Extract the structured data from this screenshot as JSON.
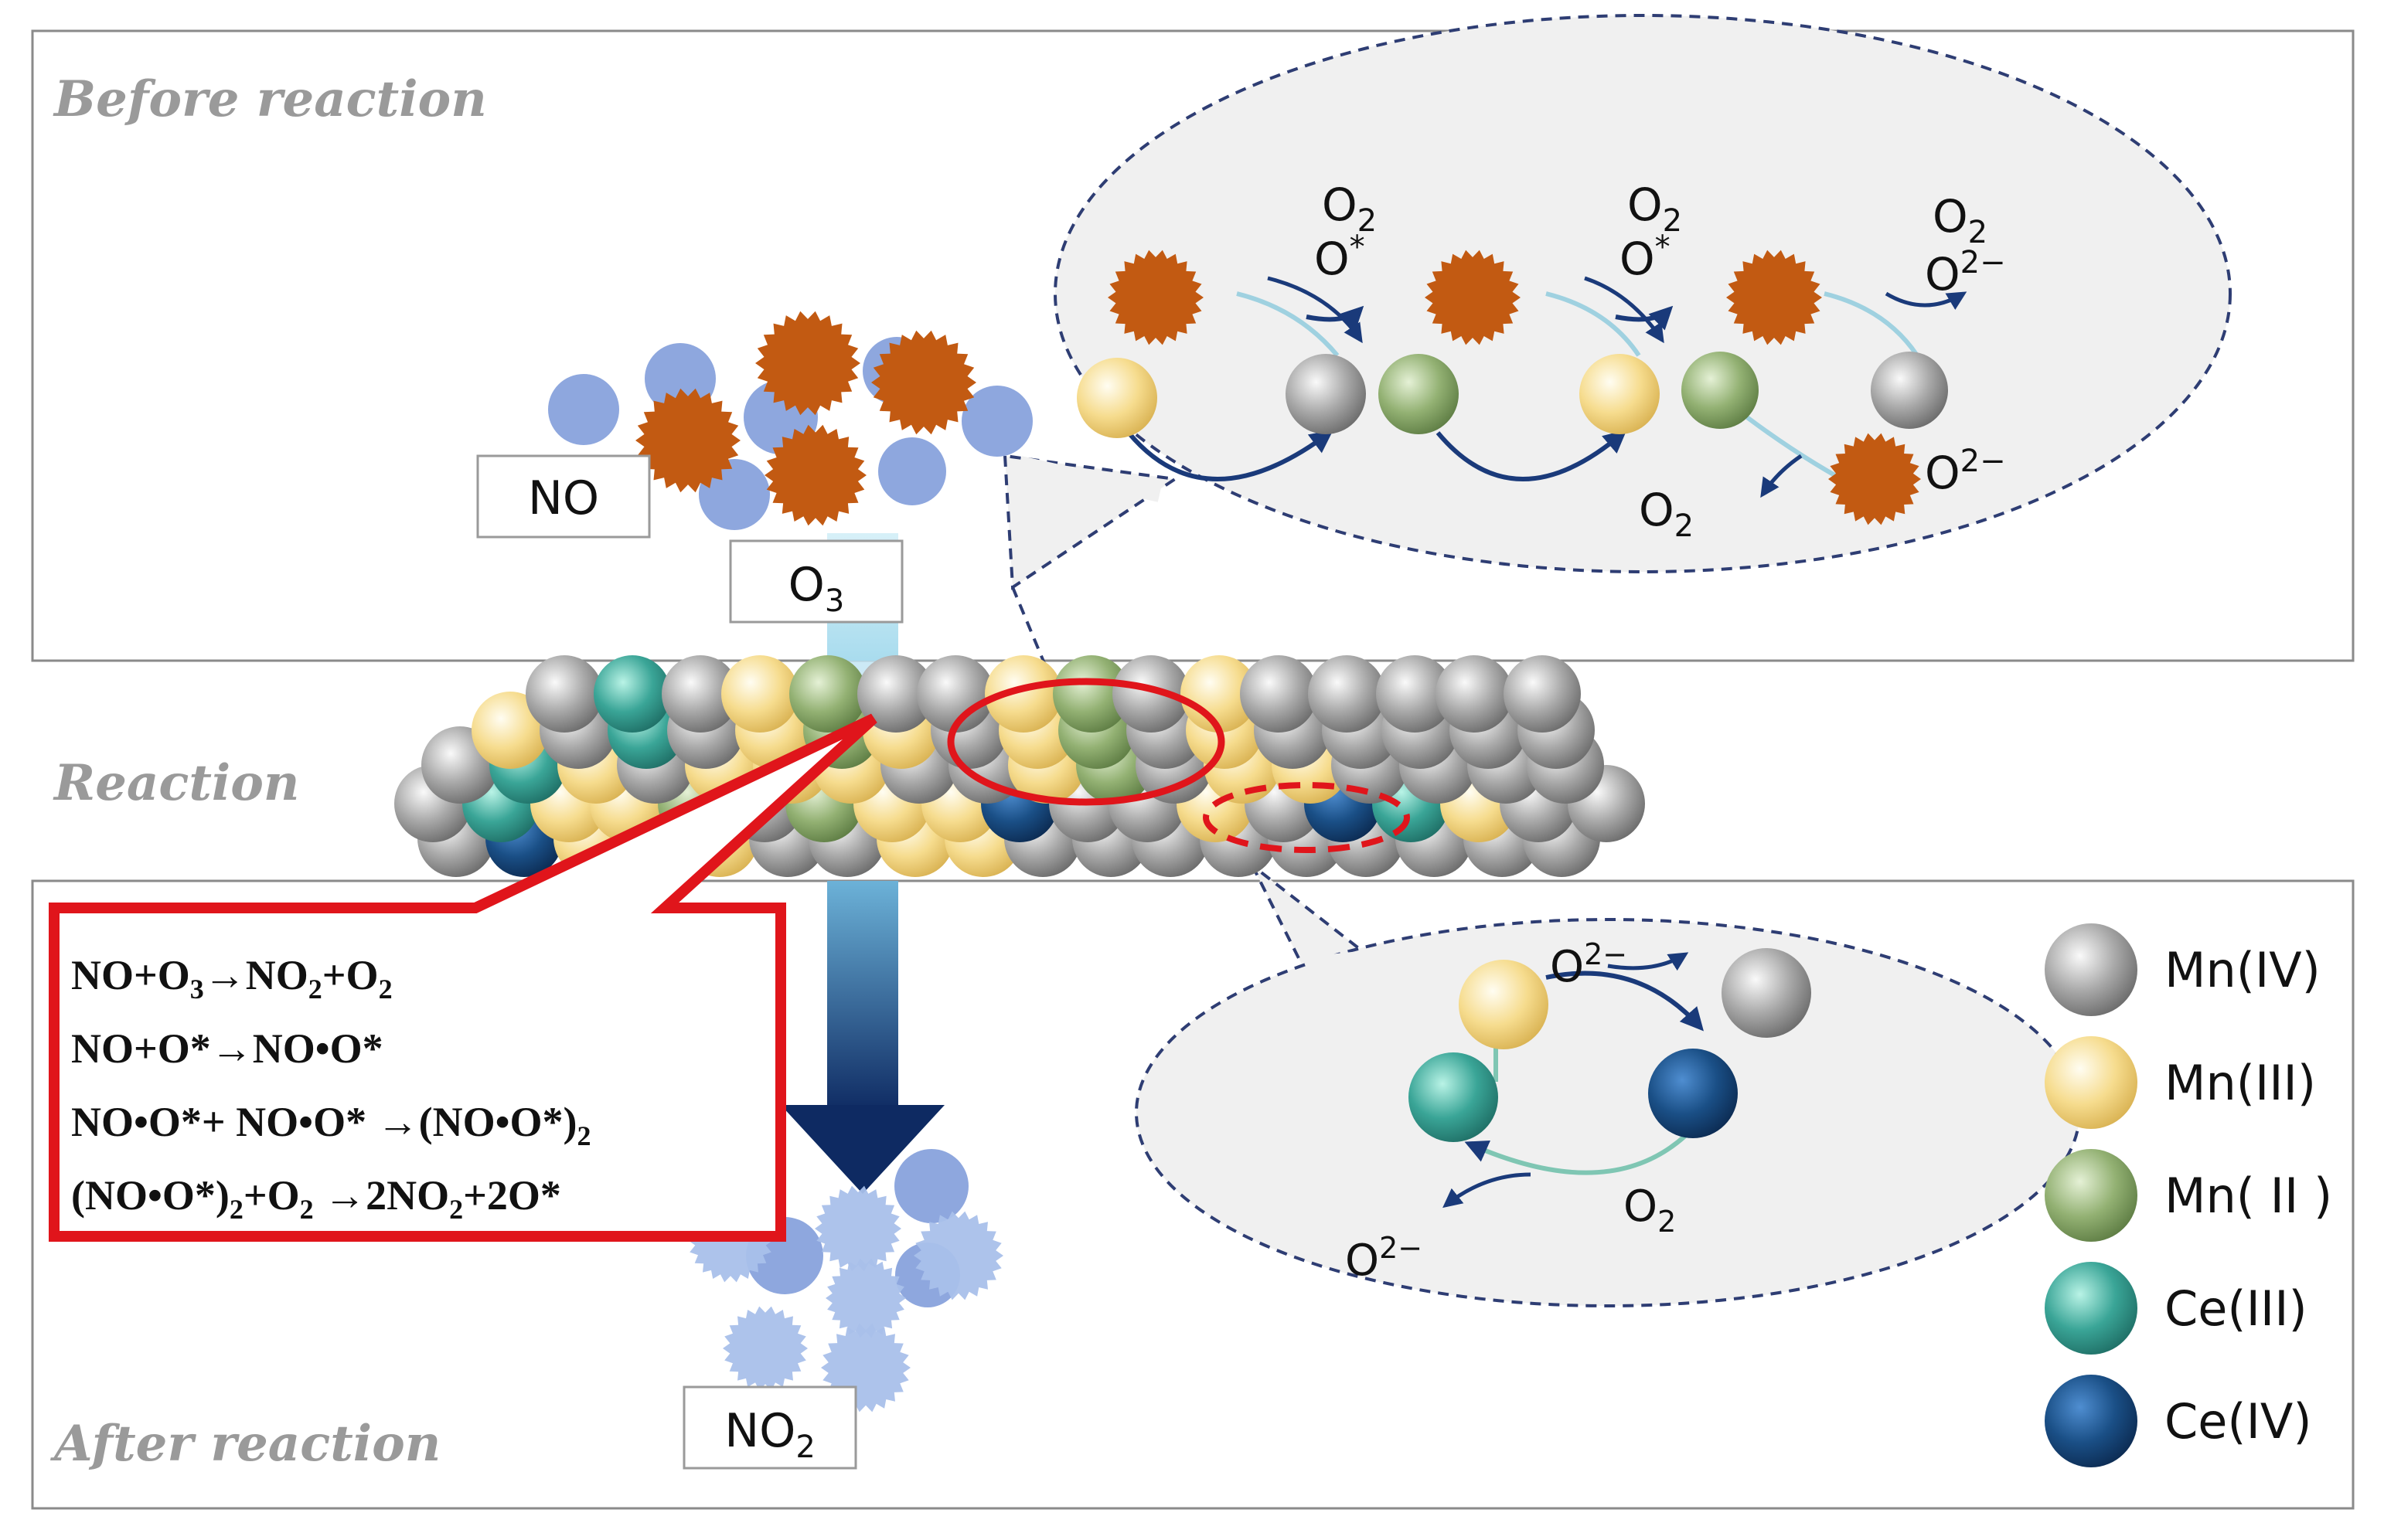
{
  "sections": {
    "before": "Before reaction",
    "reaction": "Reaction",
    "after": "After reaction"
  },
  "molecules": {
    "no": "NO",
    "o3": "O",
    "o3_sub": "3",
    "no2": "NO",
    "no2_sub": "2"
  },
  "top_bubble": {
    "labels": {
      "c1_o2": "O",
      "c1_o2_sub": "2",
      "c1_ostar": "O",
      "c1_ostar_sup": "*",
      "c2_o2": "O",
      "c2_o2_sub": "2",
      "c2_ostar": "O",
      "c2_ostar_sup": "*",
      "c3_o2": "O",
      "c3_o2_sub": "2",
      "c3_o2m": "O",
      "c3_o2m_sup": "2−",
      "c3b_o2m": "O",
      "c3b_o2m_sup": "2−",
      "c3b_o2": "O",
      "c3b_o2_sub": "2"
    }
  },
  "bottom_bubble": {
    "labels": {
      "o2m_top": "O",
      "o2m_top_sup": "2−",
      "o2_right": "O",
      "o2_right_sub": "2",
      "o2m_left": "O",
      "o2m_left_sup": "2−"
    }
  },
  "equations": [
    [
      {
        "t": "NO+O"
      },
      {
        "t": "3",
        "sub": true
      },
      {
        "t": "→NO"
      },
      {
        "t": "2",
        "sub": true
      },
      {
        "t": "+O"
      },
      {
        "t": "2",
        "sub": true
      }
    ],
    [
      {
        "t": "NO+O*→NO•O*"
      }
    ],
    [
      {
        "t": "NO•O*+ NO•O* →(NO•O*)"
      },
      {
        "t": "2",
        "sub": true
      }
    ],
    [
      {
        "t": "(NO•O*)"
      },
      {
        "t": "2",
        "sub": true
      },
      {
        "t": "+O"
      },
      {
        "t": "2",
        "sub": true
      },
      {
        "t": " →2NO"
      },
      {
        "t": "2",
        "sub": true
      },
      {
        "t": "+2O*"
      }
    ]
  ],
  "legend": [
    {
      "label": "Mn(IV)",
      "color": "#9a9a9a",
      "key": "mn4"
    },
    {
      "label": "Mn(III)",
      "color": "#f3d98a",
      "key": "mn3"
    },
    {
      "label": "Mn( II )",
      "color": "#8fae6e",
      "key": "mn2"
    },
    {
      "label": "Ce(III)",
      "color": "#3aa597",
      "key": "ce3"
    },
    {
      "label": "Ce(IV)",
      "color": "#1a4f86",
      "key": "ce4"
    }
  ],
  "colors": {
    "o3": "#c25a12",
    "no": "#8ea7de",
    "dashed": "#2e3d73",
    "highlight": "#e0151b"
  }
}
